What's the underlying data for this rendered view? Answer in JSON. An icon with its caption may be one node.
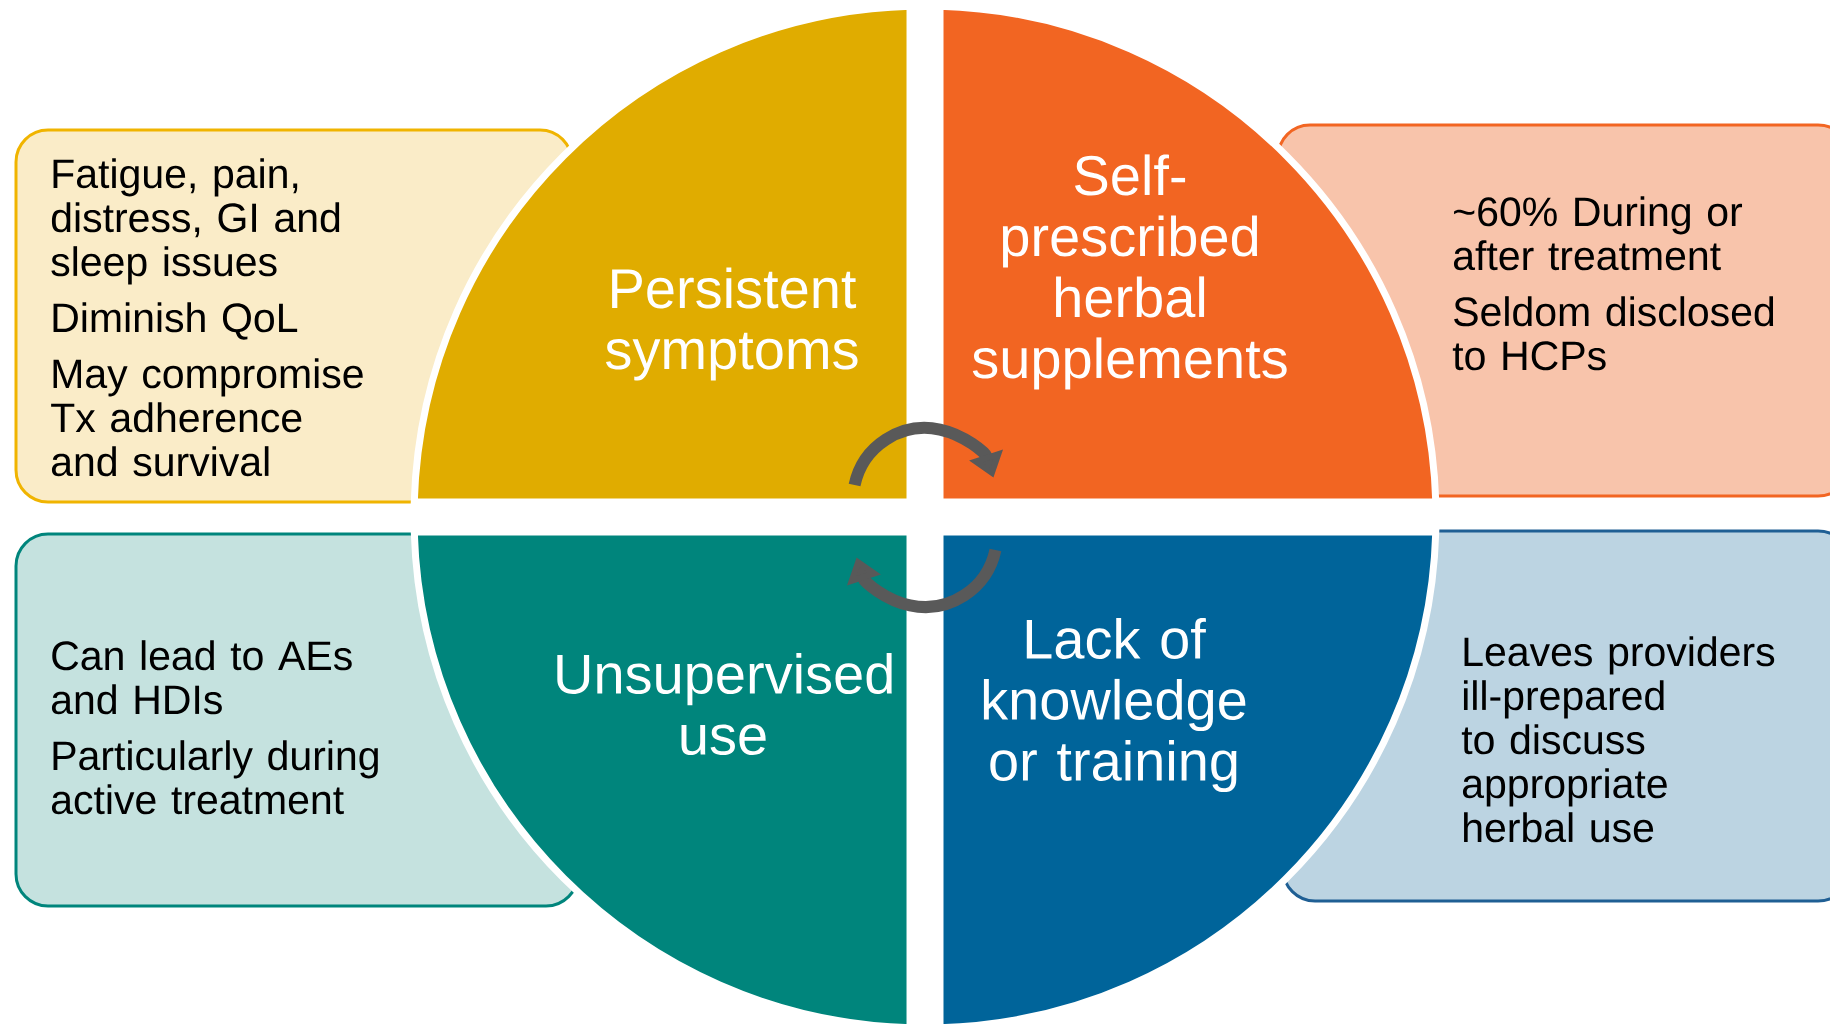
{
  "diagram": {
    "nodes": [
      {
        "text": [
          "Fatigue, pain, distress, GI and sleep issues",
          "Diminish QoL",
          "May compromise Tx adherence and survival"
        ]
      },
      {
        "text": [
          "Persistent symptoms"
        ]
      },
      {
        "text": [
          "Self-prescribed herbal supplements"
        ]
      },
      {
        "text": [
          "~60% During or after treatment",
          "Seldom disclosed to HCPs"
        ]
      },
      {
        "text": [
          "Can lead to AEs and HDIs",
          "Particularly during active treatment"
        ]
      },
      {
        "text": [
          "Unsupervised use"
        ]
      },
      {
        "text": [
          "Lack of knowledge or training"
        ]
      },
      {
        "text": [
          "Leaves providers ill-prepared to discuss appropriate herbal use"
        ]
      }
    ],
    "edges": [
      {
        "from": 1,
        "to": 2,
        "arrow": "to"
      },
      {
        "from": 6,
        "to": 5,
        "arrow": "to"
      }
    ]
  }
}
